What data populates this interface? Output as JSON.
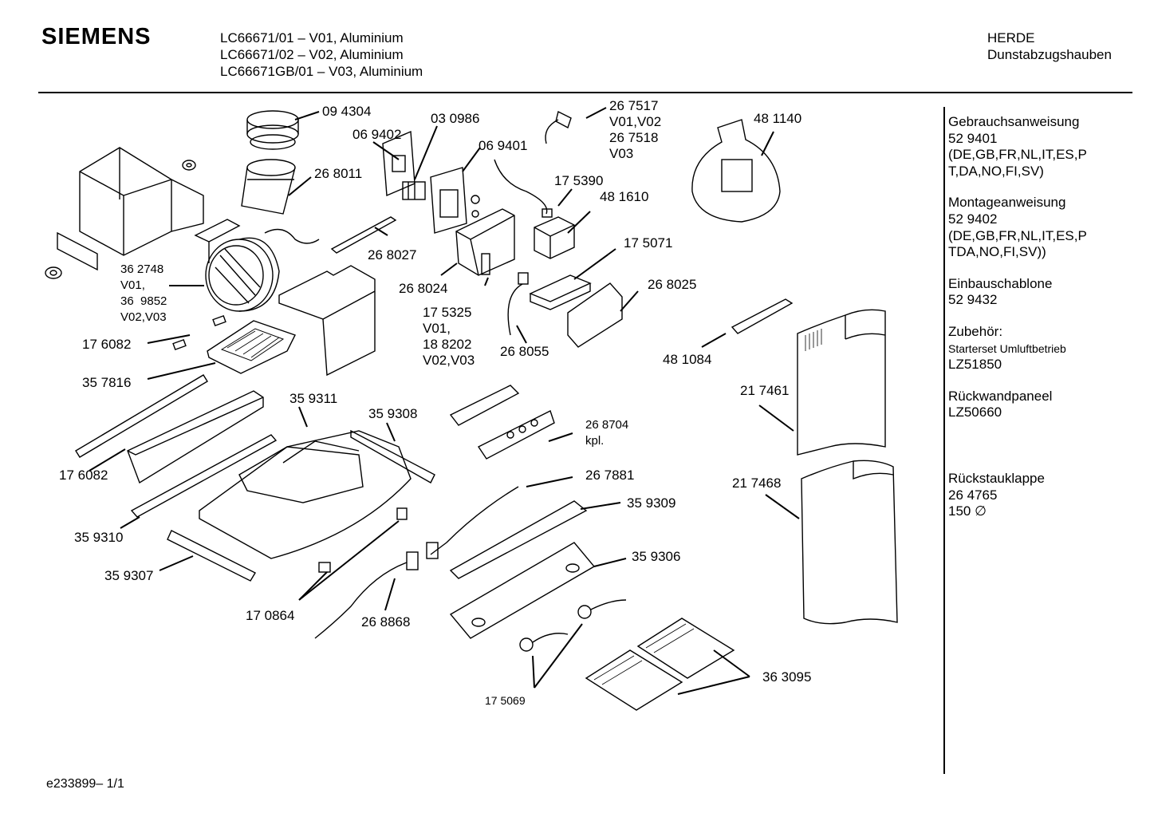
{
  "header": {
    "brand": "SIEMENS",
    "models": [
      "LC66671/01 – V01, Aluminium",
      "LC66671/02 – V02, Aluminium",
      "LC66671GB/01 – V03, Aluminium"
    ],
    "category": [
      "HERDE",
      "Dunstabzugshauben"
    ]
  },
  "sidebar": [
    {
      "lines": [
        "Gebrauchsanweisung",
        "52 9401",
        "(DE,GB,FR,NL,IT,ES,P",
        "T,DA,NO,FI,SV)"
      ]
    },
    {
      "lines": [
        "Montageanweisung",
        "52 9402",
        "(DE,GB,FR,NL,IT,ES,P",
        "TDA,NO,FI,SV))"
      ]
    },
    {
      "lines": [
        "Einbauschablone",
        "52 9432"
      ]
    },
    {
      "lines": [
        "Zubehör:",
        "Starterset Umluftbetrieb",
        "LZ51850"
      ]
    },
    {
      "lines": [
        "Rückwandpaneel",
        "LZ50660"
      ]
    },
    {
      "lines": [
        "Rückstauklappe",
        "26 4765",
        "150 ∅"
      ]
    }
  ],
  "parts": [
    {
      "id": "p094304",
      "text": "09 4304"
    },
    {
      "id": "p069402",
      "text": "06 9402"
    },
    {
      "id": "p030986",
      "text": "03 0986"
    },
    {
      "id": "p069401",
      "text": "06 9401"
    },
    {
      "id": "p267517",
      "text": "26 7517\nV01,V02\n26 7518\nV03"
    },
    {
      "id": "p481140",
      "text": "48 1140"
    },
    {
      "id": "p268011",
      "text": "26 8011"
    },
    {
      "id": "p175390",
      "text": "17 5390"
    },
    {
      "id": "p481610",
      "text": "48 1610"
    },
    {
      "id": "p175071",
      "text": "17 5071"
    },
    {
      "id": "p268027",
      "text": "26 8027"
    },
    {
      "id": "p362748",
      "text": "36 2748\nV01,\n36  9852\nV02,V03"
    },
    {
      "id": "p268024",
      "text": "26 8024"
    },
    {
      "id": "p268025",
      "text": "26 8025"
    },
    {
      "id": "p175325",
      "text": "17 5325\nV01,\n18 8202\nV02,V03"
    },
    {
      "id": "p176082a",
      "text": "17 6082"
    },
    {
      "id": "p268055",
      "text": "26 8055"
    },
    {
      "id": "p481084",
      "text": "48 1084"
    },
    {
      "id": "p357816",
      "text": "35 7816"
    },
    {
      "id": "p217461",
      "text": "21 7461"
    },
    {
      "id": "p359311",
      "text": "35 9311"
    },
    {
      "id": "p359308",
      "text": "35 9308"
    },
    {
      "id": "p268704",
      "text": "26 8704\nkpl."
    },
    {
      "id": "p176082b",
      "text": "17 6082"
    },
    {
      "id": "p267881",
      "text": "26 7881"
    },
    {
      "id": "p217468",
      "text": "21 7468"
    },
    {
      "id": "p359309",
      "text": "35 9309"
    },
    {
      "id": "p359310",
      "text": "35 9310"
    },
    {
      "id": "p359306",
      "text": "35 9306"
    },
    {
      "id": "p359307",
      "text": "35 9307"
    },
    {
      "id": "p170864",
      "text": "17 0864"
    },
    {
      "id": "p268868",
      "text": "26 8868"
    },
    {
      "id": "p363095",
      "text": "36 3095"
    },
    {
      "id": "p175069",
      "text": "17 5069"
    }
  ],
  "footer": "e233899– 1/1"
}
